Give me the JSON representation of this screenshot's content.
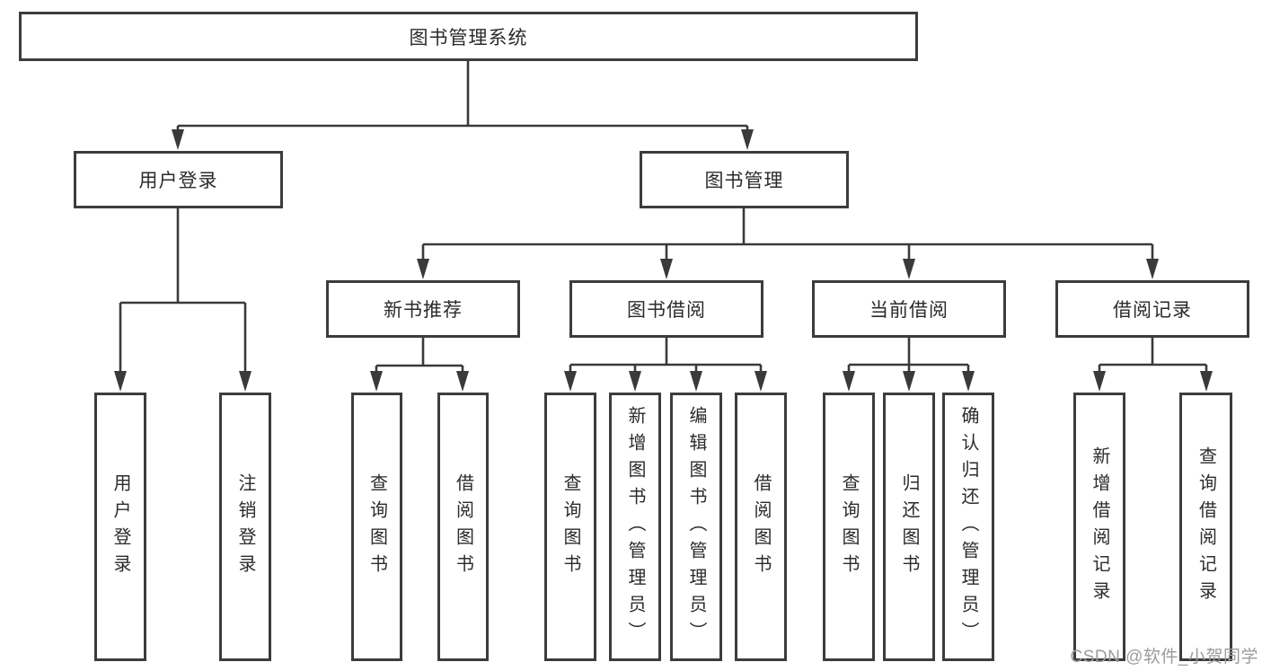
{
  "diagram": {
    "title": "图书管理系统",
    "branch_user": {
      "label": "用户登录",
      "children": [
        "用户登录",
        "注销登录"
      ]
    },
    "branch_books": {
      "label": "图书管理",
      "groups": [
        {
          "label": "新书推荐",
          "children": [
            "查询图书",
            "借阅图书"
          ]
        },
        {
          "label": "图书借阅",
          "children": [
            "查询图书",
            "新增图书（管理员）",
            "编辑图书（管理员）",
            "借阅图书"
          ]
        },
        {
          "label": "当前借阅",
          "children": [
            "查询图书",
            "归还图书",
            "确认归还（管理员）"
          ]
        },
        {
          "label": "借阅记录",
          "children": [
            "新增借阅记录",
            "查询借阅记录"
          ]
        }
      ]
    },
    "line_color": "#3a3a3a",
    "border_color": "#3c3c3c",
    "text_color": "#2b2b2b"
  },
  "watermark": {
    "text": "CSDN @软件_小贺同学",
    "color": "#9b9ba0"
  }
}
